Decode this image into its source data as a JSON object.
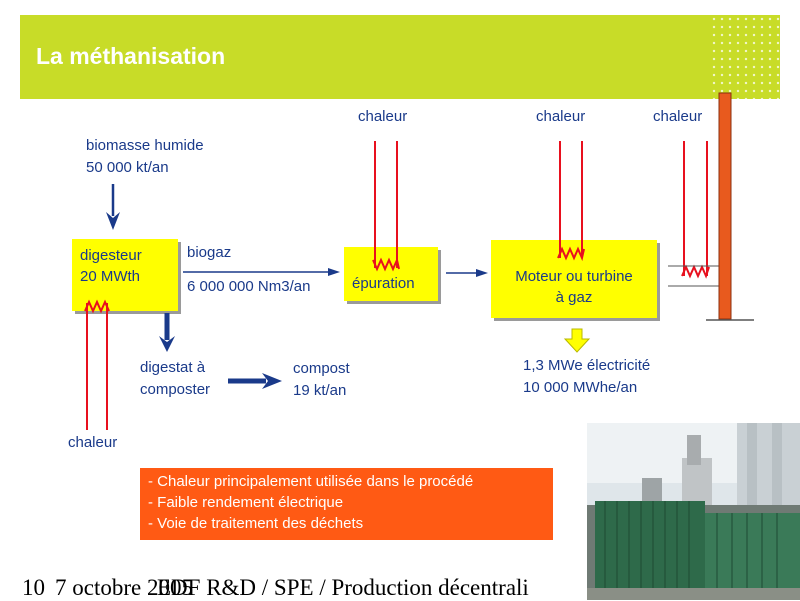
{
  "title": "La méthanisation",
  "input": {
    "line1": "biomasse humide",
    "line2": "50 000 kt/an"
  },
  "digester": {
    "line1": "digesteur",
    "line2": "20 MWth"
  },
  "biogas": {
    "label": "biogaz",
    "flow": "6 000 000 Nm3/an"
  },
  "purification": {
    "label": "épuration"
  },
  "engine": {
    "line1": "Moteur ou turbine",
    "line2": "à gaz"
  },
  "heat_label": "chaleur",
  "digestate": {
    "line1": "digestat à",
    "line2": "composter"
  },
  "compost": {
    "line1": "compost",
    "line2": "19 kt/an"
  },
  "electricity": {
    "line1": "1,3 MWe électricité",
    "line2": "10 000 MWhe/an"
  },
  "notes": [
    "- Chaleur principalement utilisée dans le procédé",
    "- Faible rendement électrique",
    "- Voie de traitement des déchets"
  ],
  "footer": {
    "page": "10",
    "date": "7 octobre 2005",
    "org": "EDF R&D / SPE / Production décentrali"
  },
  "colors": {
    "banner": "#c8dc28",
    "box": "#ffff00",
    "text": "#1a3a8a",
    "pipe": "#e8101e",
    "chimney": "#e85a1e",
    "note": "#ff5a14"
  }
}
